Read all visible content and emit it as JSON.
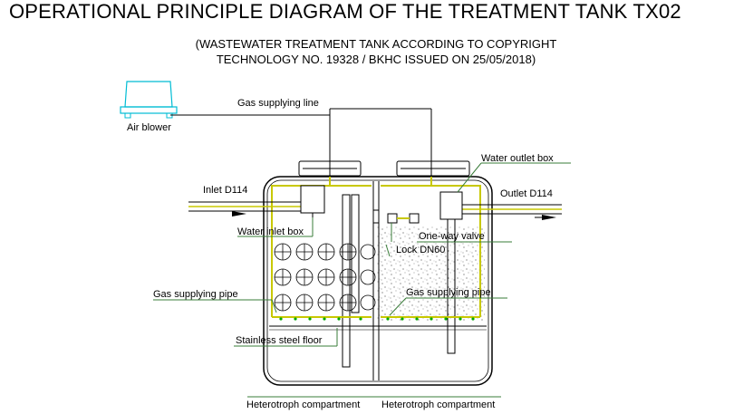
{
  "title": "OPERATIONAL PRINCIPLE DIAGRAM OF THE TREATMENT TANK TX02",
  "subtitle_line1": "(WASTEWATER TREATMENT TANK ACCORDING TO COPYRIGHT",
  "subtitle_line2": "TECHNOLOGY NO. 19328 / BKHC ISSUED ON 25/05/2018)",
  "labels": {
    "air_blower": "Air blower",
    "gas_supplying_line": "Gas supplying line",
    "water_outlet_box": "Water outlet box",
    "inlet": "Inlet D114",
    "outlet": "Outlet D114",
    "water_inlet_box": "Water inlet box",
    "one_way_valve": "One-way valve",
    "lock": "Lock DN60",
    "gas_supplying_pipe_left": "Gas supplying pipe",
    "gas_supplying_pipe_right": "Gas supplying pipe",
    "stainless_steel_floor": "Stainless steel floor",
    "compartment_left": "Heterotroph compartment",
    "compartment_right": "Heterotroph compartment"
  },
  "colors": {
    "line": "#000000",
    "gas_pipe": "#c8c800",
    "green_marker": "#00aa00",
    "blower": "#00bcd4",
    "leader": "#3a7d3a"
  }
}
